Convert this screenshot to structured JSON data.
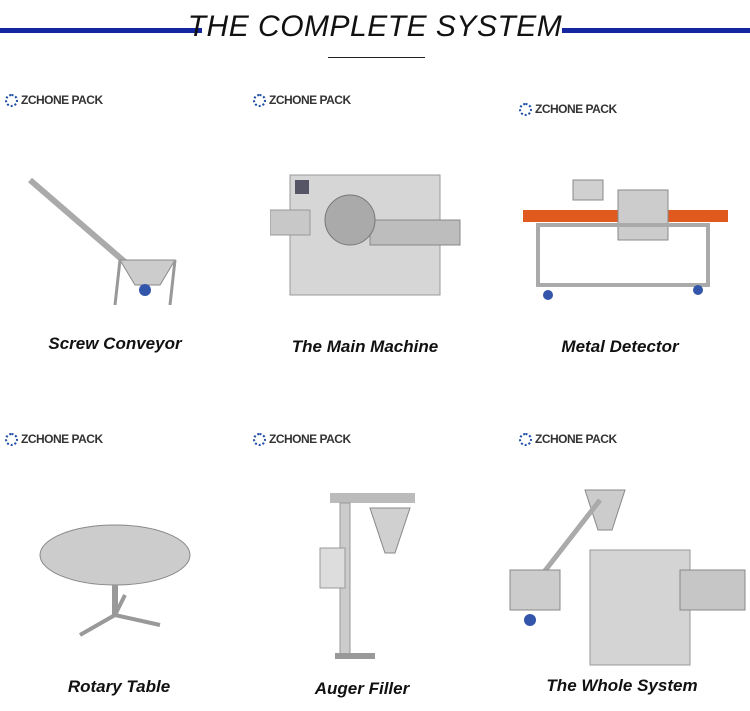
{
  "header": {
    "title": "THE COMPLETE SYSTEM",
    "accent_color": "#1427a0"
  },
  "brand": "ZCHONE PACK",
  "items": [
    {
      "caption": "Screw Conveyor",
      "icon": "screw-conveyor-image"
    },
    {
      "caption": "The Main Machine",
      "icon": "main-machine-image"
    },
    {
      "caption": "Metal Detector",
      "icon": "metal-detector-image"
    },
    {
      "caption": "Rotary Table",
      "icon": "rotary-table-image"
    },
    {
      "caption": "Auger Filler",
      "icon": "auger-filler-image"
    },
    {
      "caption": "The Whole System",
      "icon": "whole-system-image"
    }
  ]
}
